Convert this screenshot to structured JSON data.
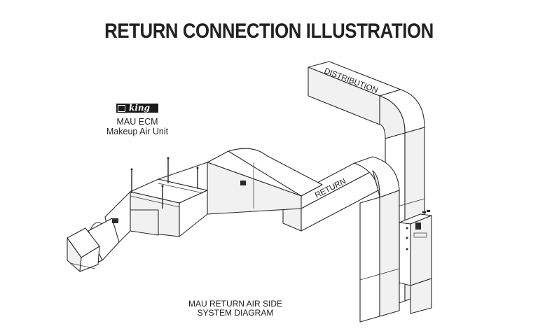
{
  "title": "RETURN CONNECTION ILLUSTRATION",
  "brand": {
    "name": "king",
    "icon": "crown-icon"
  },
  "unit": {
    "line1": "MAU ECM",
    "line2": "Makeup Air Unit"
  },
  "duct_labels": {
    "distribution": "DISTRIBUTION",
    "return": "RETURN"
  },
  "caption": {
    "line1": "MAU RETURN AIR SIDE",
    "line2": "SYSTEM DIAGRAM"
  },
  "colors": {
    "line": "#2a2a2a",
    "fill": "#ffffff",
    "shade": "#f1f1f1"
  }
}
